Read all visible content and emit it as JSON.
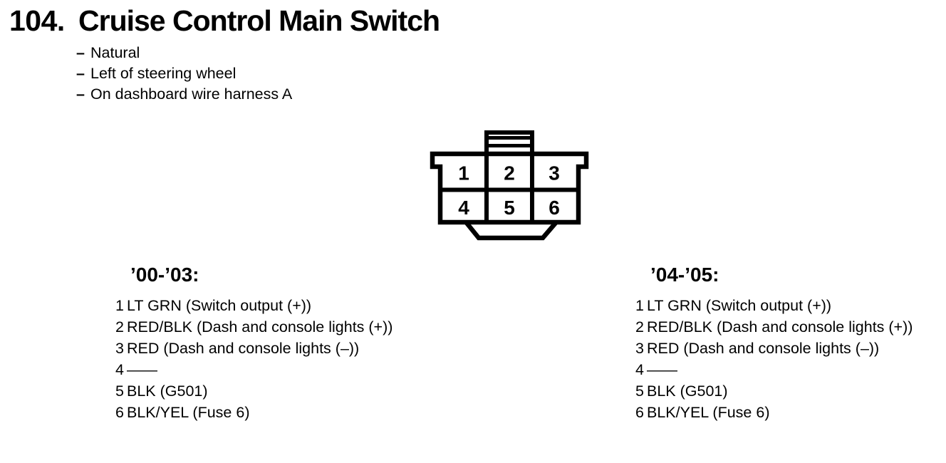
{
  "page": {
    "number": "104.",
    "title": "Cruise Control Main Switch"
  },
  "notes": {
    "dash": "–",
    "items": [
      "Natural",
      "Left of steering wheel",
      "On dashboard wire harness A"
    ]
  },
  "connector": {
    "description": "6-pin connector, front view, latch tab on top, keying tab on bottom",
    "pins": [
      "1",
      "2",
      "3",
      "4",
      "5",
      "6"
    ]
  },
  "pinouts": [
    {
      "heading": "’00-’03:",
      "rows": [
        {
          "pin": "1",
          "desc": "LT GRN (Switch output (+))"
        },
        {
          "pin": "2",
          "desc": "RED/BLK (Dash and console lights (+))"
        },
        {
          "pin": "3",
          "desc": "RED (Dash and console lights (–))"
        },
        {
          "pin": "4",
          "desc": "——"
        },
        {
          "pin": "5",
          "desc": "BLK (G501)"
        },
        {
          "pin": "6",
          "desc": "BLK/YEL (Fuse 6)"
        }
      ]
    },
    {
      "heading": "’04-’05:",
      "rows": [
        {
          "pin": "1",
          "desc": "LT GRN (Switch output (+))"
        },
        {
          "pin": "2",
          "desc": "RED/BLK (Dash and console lights (+))"
        },
        {
          "pin": "3",
          "desc": "RED (Dash and console lights (–))"
        },
        {
          "pin": "4",
          "desc": "——"
        },
        {
          "pin": "5",
          "desc": "BLK (G501)"
        },
        {
          "pin": "6",
          "desc": "BLK/YEL (Fuse 6)"
        }
      ]
    }
  ],
  "colors": {
    "ink": "#000000",
    "paper": "#ffffff"
  }
}
